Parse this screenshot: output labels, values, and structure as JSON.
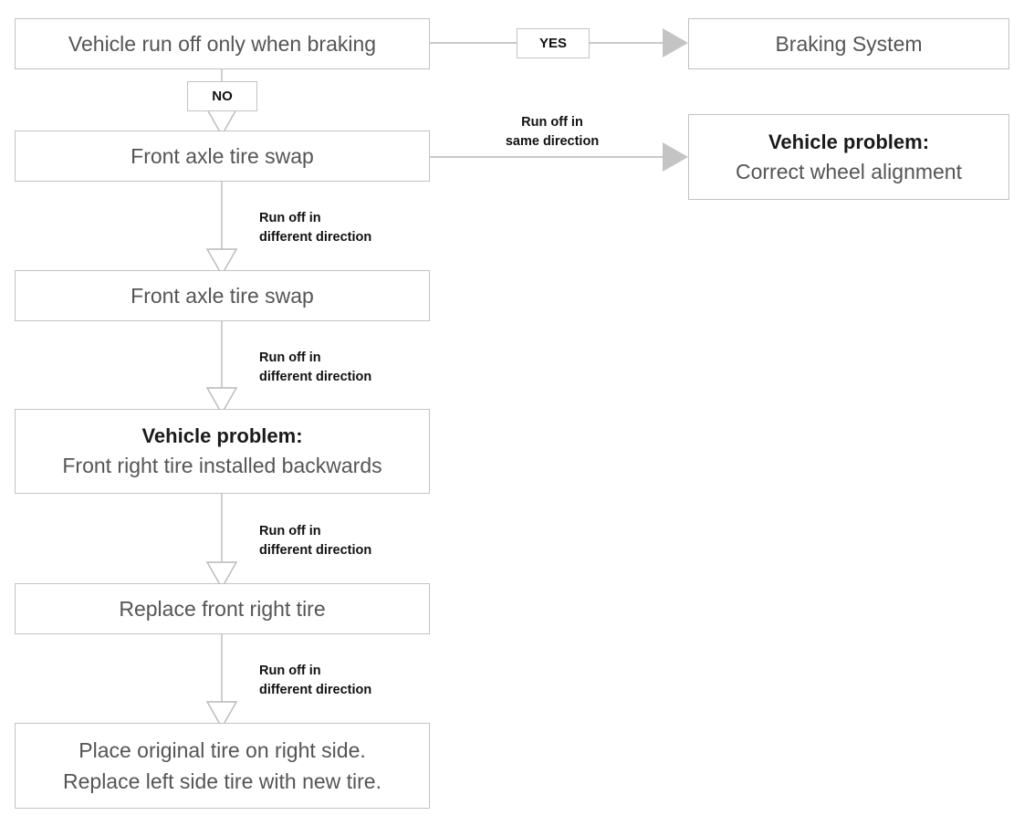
{
  "diagram": {
    "title": "Vehicle run off troubleshooting flowchart",
    "colors": {
      "box_border": "#c3c3c3",
      "box_fill": "#ffffff",
      "connector": "#b8b8b8",
      "arrow_fill": "#c0c0c0",
      "text_primary": "#555555",
      "text_bold": "#1a1a1a",
      "label_text": "#111111"
    }
  },
  "nodes": {
    "start": {
      "text": "Vehicle run off only when braking"
    },
    "braking_system": {
      "text": "Braking System"
    },
    "front_axle_swap_1": {
      "text": "Front axle tire swap"
    },
    "wheel_alignment": {
      "line1": "Vehicle problem:",
      "line2": "Correct wheel alignment"
    },
    "front_axle_swap_2": {
      "text": "Front axle tire swap"
    },
    "tire_backwards": {
      "line1": "Vehicle problem:",
      "line2": "Front right tire installed backwards"
    },
    "replace_front_right": {
      "text": "Replace front right tire"
    },
    "final_action": {
      "line1": "Place original tire on right side.",
      "line2": "Replace left side tire with new tire."
    }
  },
  "tags": {
    "yes": "YES",
    "no": "NO"
  },
  "edge_labels": {
    "same_direction": {
      "line1": "Run off in",
      "line2": "same direction"
    },
    "different_direction_1": {
      "line1": "Run off in",
      "line2": "different direction"
    },
    "different_direction_2": {
      "line1": "Run off in",
      "line2": "different direction"
    },
    "different_direction_3": {
      "line1": "Run off in",
      "line2": "different direction"
    },
    "different_direction_4": {
      "line1": "Run off in",
      "line2": "different direction"
    }
  }
}
